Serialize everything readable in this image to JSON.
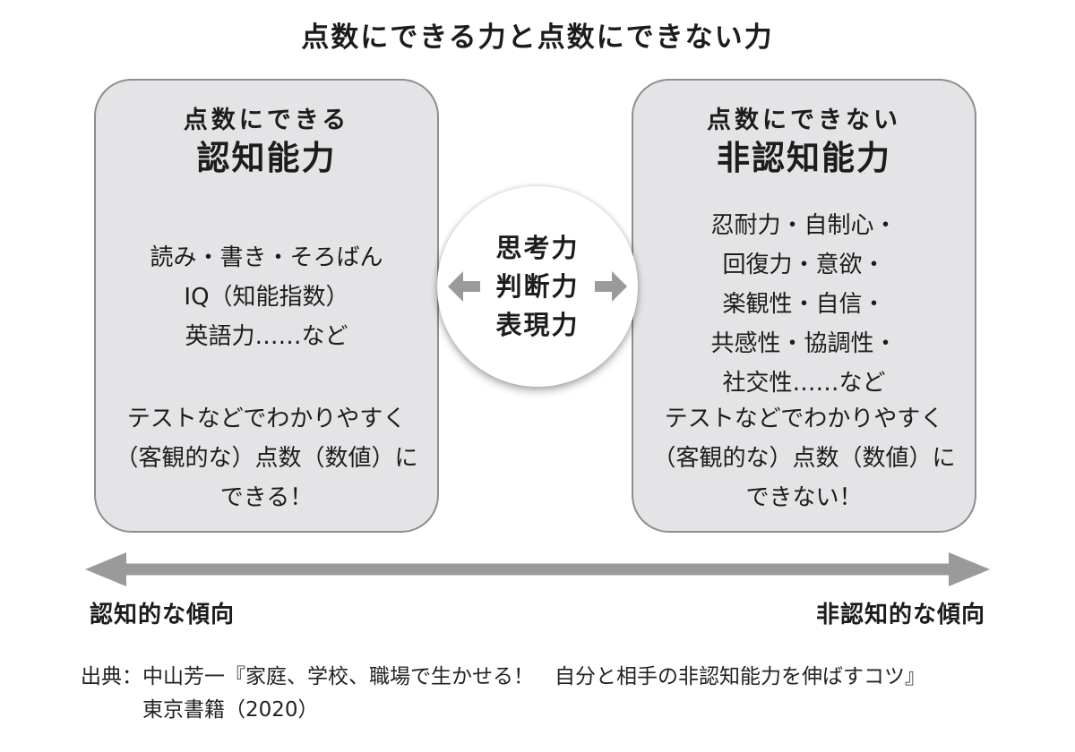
{
  "title": "点数にできる力と点数にできない力",
  "left_box": {
    "subtitle": "点数にできる",
    "title": "認知能力",
    "body_lines": [
      "読み・書き・そろばん",
      "IQ（知能指数）",
      "英語力……など"
    ],
    "note_lines": [
      "テストなどでわかりやすく",
      "（客観的な）点数（数値）に",
      "できる！"
    ]
  },
  "right_box": {
    "subtitle": "点数にできない",
    "title": "非認知能力",
    "body_lines": [
      "忍耐力・自制心・",
      "回復力・意欲・",
      "楽観性・自信・",
      "共感性・協調性・",
      "社交性……など"
    ],
    "note_lines": [
      "テストなどでわかりやすく",
      "（客観的な）点数（数値）に",
      "できない！"
    ]
  },
  "center_circle": {
    "lines": [
      "思考力",
      "判断力",
      "表現力"
    ]
  },
  "axis": {
    "left_label": "認知的な傾向",
    "right_label": "非認知的な傾向"
  },
  "source": {
    "line1": "出典：中山芳一『家庭、学校、職場で生かせる！　自分と相手の非認知能力を伸ばすコツ』",
    "line2": "東京書籍（2020）"
  },
  "icons": {
    "circle_left": "arrow-left-icon",
    "circle_right": "arrow-right-icon",
    "axis": "double-headed-arrow-icon"
  },
  "colors": {
    "box_fill": "#e4e4e6",
    "box_border": "#8e8e90",
    "arrow_gray": "#9a9a9a",
    "text": "#1c1c1c"
  }
}
